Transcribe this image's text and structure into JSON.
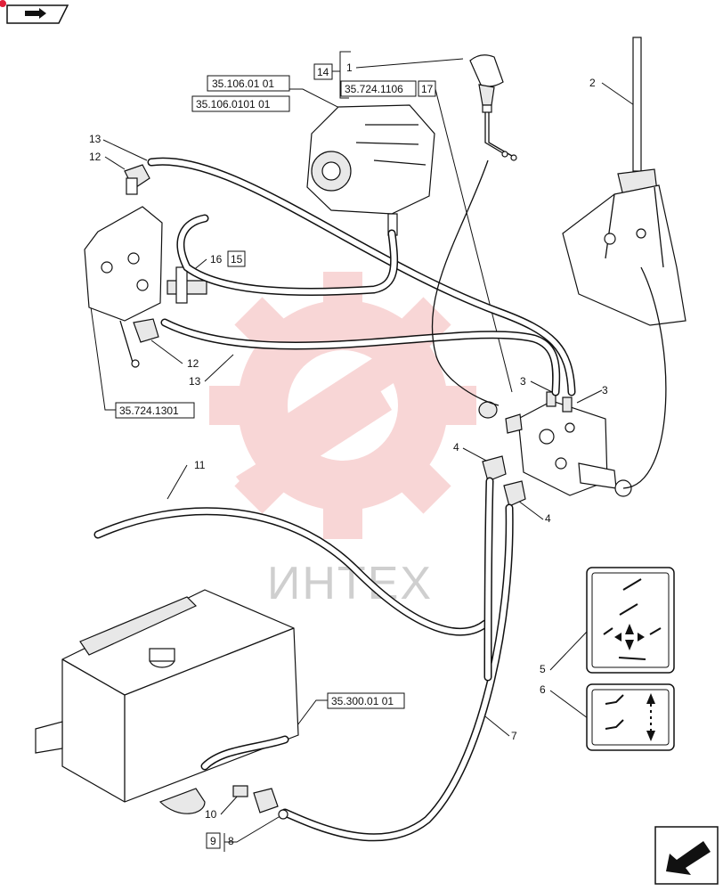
{
  "references": {
    "pump_ref_a": "35.106.01 01",
    "pump_ref_b": "35.106.0101 01",
    "joystick_ref": "35.724.1106",
    "valve_ref": "35.724.1301",
    "tank_ref": "35.300.01 01"
  },
  "boxed_numbers": {
    "box_14": "14",
    "box_17": "17",
    "box_15": "15",
    "box_9": "9"
  },
  "callouts": {
    "c1": "1",
    "c2": "2",
    "c3a": "3",
    "c3b": "3",
    "c4a": "4",
    "c4b": "4",
    "c5": "5",
    "c6": "6",
    "c7": "7",
    "c8": "8",
    "c10": "10",
    "c11": "11",
    "c12a": "12",
    "c12b": "12",
    "c13a": "13",
    "c13b": "13",
    "c16": "16"
  },
  "watermark": "ИНТЕХ",
  "icons": {
    "top_left": "book-arrow-icon",
    "bottom_right": "navigate-arrow-icon"
  },
  "colors": {
    "watermark_red": "#f4b6b6",
    "line": "#111111"
  }
}
